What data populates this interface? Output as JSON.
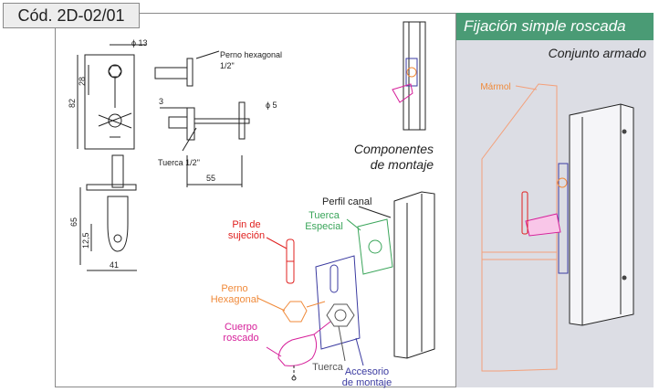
{
  "code": "Cód. 2D-02/01",
  "right_panel": {
    "title": "Fijación simple roscada",
    "subtitle": "Conjunto armado",
    "marble_label": "Mármol"
  },
  "components_title": "Componentes de montaje",
  "drawing_labels": {
    "phi13": "ϕ 13",
    "phi5": "ϕ 5",
    "dim28": "28",
    "dim82": "82",
    "dim3": "3",
    "dim55": "55",
    "dim65": "65",
    "dim12_5": "12,5",
    "dim41": "41",
    "perno_hex_a": "Perno hexagonal",
    "perno_hex_b": "1/2\"",
    "tuerca_half": "Tuerca 1/2\""
  },
  "parts": {
    "perfil_canal": "Perfil canal",
    "tuerca_especial": "Tuerca Especial",
    "pin_sujecion": "Pin de sujeción",
    "perno_hexagonal": "Perno Hexagonal",
    "cuerpo_roscado": "Cuerpo roscado",
    "tuerca": "Tuerca",
    "accesorio_montaje": "Accesorio de montaje"
  },
  "colors": {
    "accent_green": "#4a9b75",
    "pin_red": "#e0201f",
    "perno_orange": "#f08a3a",
    "cuerpo_magenta": "#d6209a",
    "tuerca_green": "#3aa55a",
    "accesorio_blue": "#3a3aa0",
    "marble_orange": "#f4a07a"
  }
}
